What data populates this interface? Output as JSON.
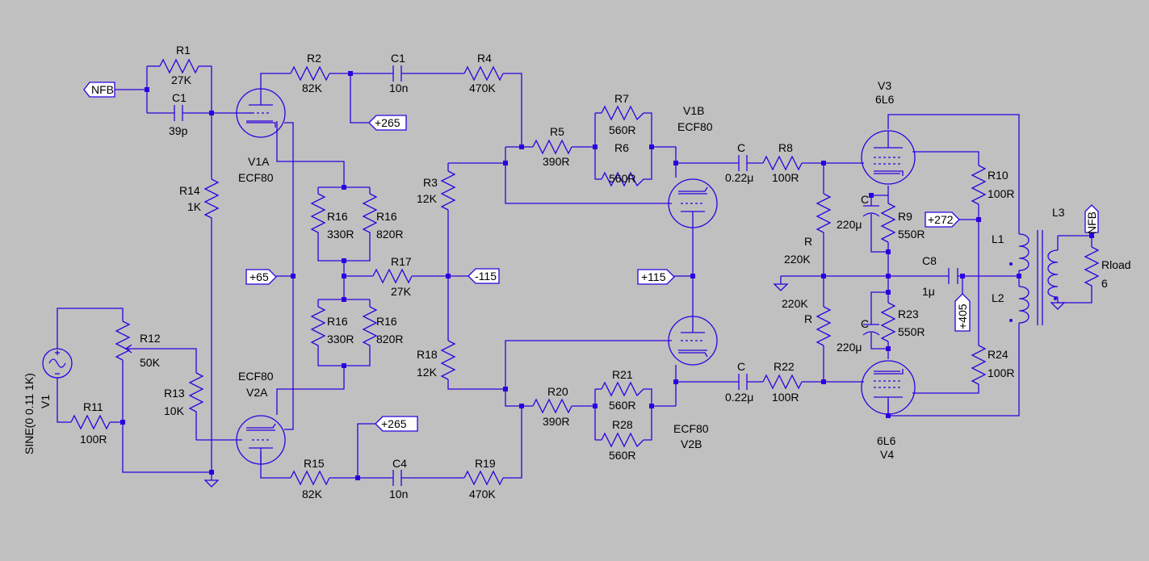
{
  "colors": {
    "background": "#c0c0c0",
    "wire": "#2c00e0",
    "text": "#000000"
  },
  "labels": {
    "r1": "R1",
    "r1v": "27K",
    "c1a": "C1",
    "c1av": "39p",
    "r2": "R2",
    "r2v": "82K",
    "c1b": "C1",
    "c1bv": "10n",
    "r4": "R4",
    "r4v": "470K",
    "r14": "R14",
    "r14v": "1K",
    "v1a": "V1A",
    "v1at": "ECF80",
    "r16a": "R16",
    "r16av": "330R",
    "r16b": "R16",
    "r16bv": "820R",
    "r16c": "R16",
    "r16cv": "330R",
    "r16d": "R16",
    "r16dv": "820R",
    "r17": "R17",
    "r17v": "27K",
    "r3": "R3",
    "r3v": "12K",
    "r18": "R18",
    "r18v": "12K",
    "r5": "R5",
    "r5v": "390R",
    "r7": "R7",
    "r7v": "560R",
    "r6": "R6",
    "r6v": "560R",
    "v1b": "V1B",
    "v1bt": "ECF80",
    "cc1": "C",
    "cc1v": "0.22μ",
    "r8": "R8",
    "r8v": "100R",
    "v3": "V3",
    "v3t": "6L6",
    "r10": "R10",
    "r10v": "100R",
    "cc2": "C",
    "cc2v": "220μ",
    "r9": "R9",
    "r9v": "550R",
    "rr1": "R",
    "rr1v": "220K",
    "rr2": "R",
    "rr2v": "220K",
    "c8": "C8",
    "c8v": "1μ",
    "cc3": "C",
    "cc3v": "220μ",
    "r23": "R23",
    "r23v": "550R",
    "r24": "R24",
    "r24v": "100R",
    "l1": "L1",
    "l2": "L2",
    "l3": "L3",
    "rload": "Rload",
    "rloadv": "6",
    "r12": "R12",
    "r12v": "50K",
    "r13": "R13",
    "r13v": "10K",
    "r11": "R11",
    "r11v": "100R",
    "v1": "V1",
    "v1src": "SINE(0 0.11 1K)",
    "v2a": "V2A",
    "v2at": "ECF80",
    "r15": "R15",
    "r15v": "82K",
    "c4": "C4",
    "c4v": "10n",
    "r19": "R19",
    "r19v": "470K",
    "r20": "R20",
    "r20v": "390R",
    "r21": "R21",
    "r21v": "560R",
    "r28": "R28",
    "r28v": "560R",
    "v2b": "V2B",
    "v2bt": "ECF80",
    "cc4": "C",
    "cc4v": "0.22μ",
    "r22": "R22",
    "r22v": "100R",
    "v4": "V4",
    "v4t": "6L6"
  },
  "nets": {
    "nfb_in": "NFB",
    "nfb_out": "NFB",
    "p265a": "+265",
    "p265b": "+265",
    "p65": "+65",
    "m115": "-115",
    "p115": "+115",
    "p272": "+272",
    "p405": "+405"
  }
}
